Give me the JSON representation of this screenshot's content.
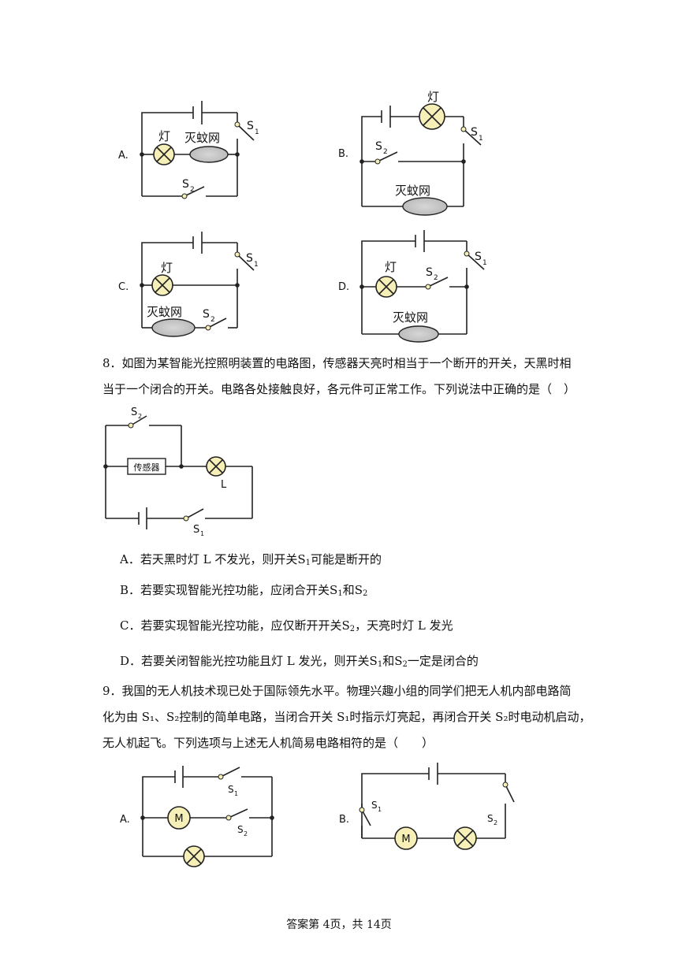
{
  "q7": {
    "a": {
      "letter": "A.",
      "lamp": "灯",
      "net": "灭蚊网",
      "s1": "S",
      "s1sub": "1",
      "s2": "S",
      "s2sub": "2"
    },
    "b": {
      "letter": "B.",
      "lamp": "灯",
      "net": "灭蚊网",
      "s1": "S",
      "s1sub": "1",
      "s2": "S",
      "s2sub": "2"
    },
    "c": {
      "letter": "C.",
      "lamp": "灯",
      "net": "灭蚊网",
      "s1": "S",
      "s1sub": "1",
      "s2": "S",
      "s2sub": "2"
    },
    "d": {
      "letter": "D.",
      "lamp": "灯",
      "net": "灭蚊网",
      "s1": "S",
      "s1sub": "1",
      "s2": "S",
      "s2sub": "2"
    }
  },
  "q8": {
    "line1": "8．如图为某智能光控照明装置的电路图，传感器天亮时相当于一个断开的开关，天黑时相",
    "line2": "当于一个闭合的开关。电路各处接触良好，各元件可正常工作。下列说法中正确的是（　）",
    "sensor": "传感器",
    "lamp": "L",
    "s1": "S",
    "s1sub": "1",
    "s2": "S",
    "s2sub": "2",
    "optA": {
      "pre": "A．若天黑时灯 L 不发光，则开关",
      "s": "S",
      "sub": "1",
      "post": "可能是断开的"
    },
    "optB": {
      "pre": "B．若要实现智能光控功能，应闭合开关",
      "s": "S",
      "sub": "1",
      "mid": "和",
      "s2": "S",
      "sub2": "2"
    },
    "optC": {
      "pre": "C．若要实现智能光控功能，应仅断开开关",
      "s": "S",
      "sub": "2",
      "post": "，天亮时灯 L 发光"
    },
    "optD": {
      "pre": "D．若要关闭智能光控功能且灯 L 发光，则开关",
      "s": "S",
      "sub": "1",
      "mid": "和",
      "s2": "S",
      "sub2": "2",
      "post": "一定是闭合的"
    }
  },
  "q9": {
    "line1": "9．我国的无人机技术现已处于国际领先水平。物理兴趣小组的同学们把无人机内部电路简",
    "line2": "化为由 S₁、S₂控制的简单电路，当闭合开关 S₁时指示灯亮起，再闭合开关 S₂时电动机启动，",
    "line3": "无人机起飞。下列选项与上述无人机简易电路相符的是（　　）",
    "a": {
      "letter": "A.",
      "motor": "M",
      "s1": "S",
      "s1sub": "1",
      "s2": "S",
      "s2sub": "2"
    },
    "b": {
      "letter": "B.",
      "motor": "M",
      "s1": "S",
      "s1sub": "1",
      "s2": "S",
      "s2sub": "2"
    }
  },
  "footer": "答案第 4页，共 14页"
}
